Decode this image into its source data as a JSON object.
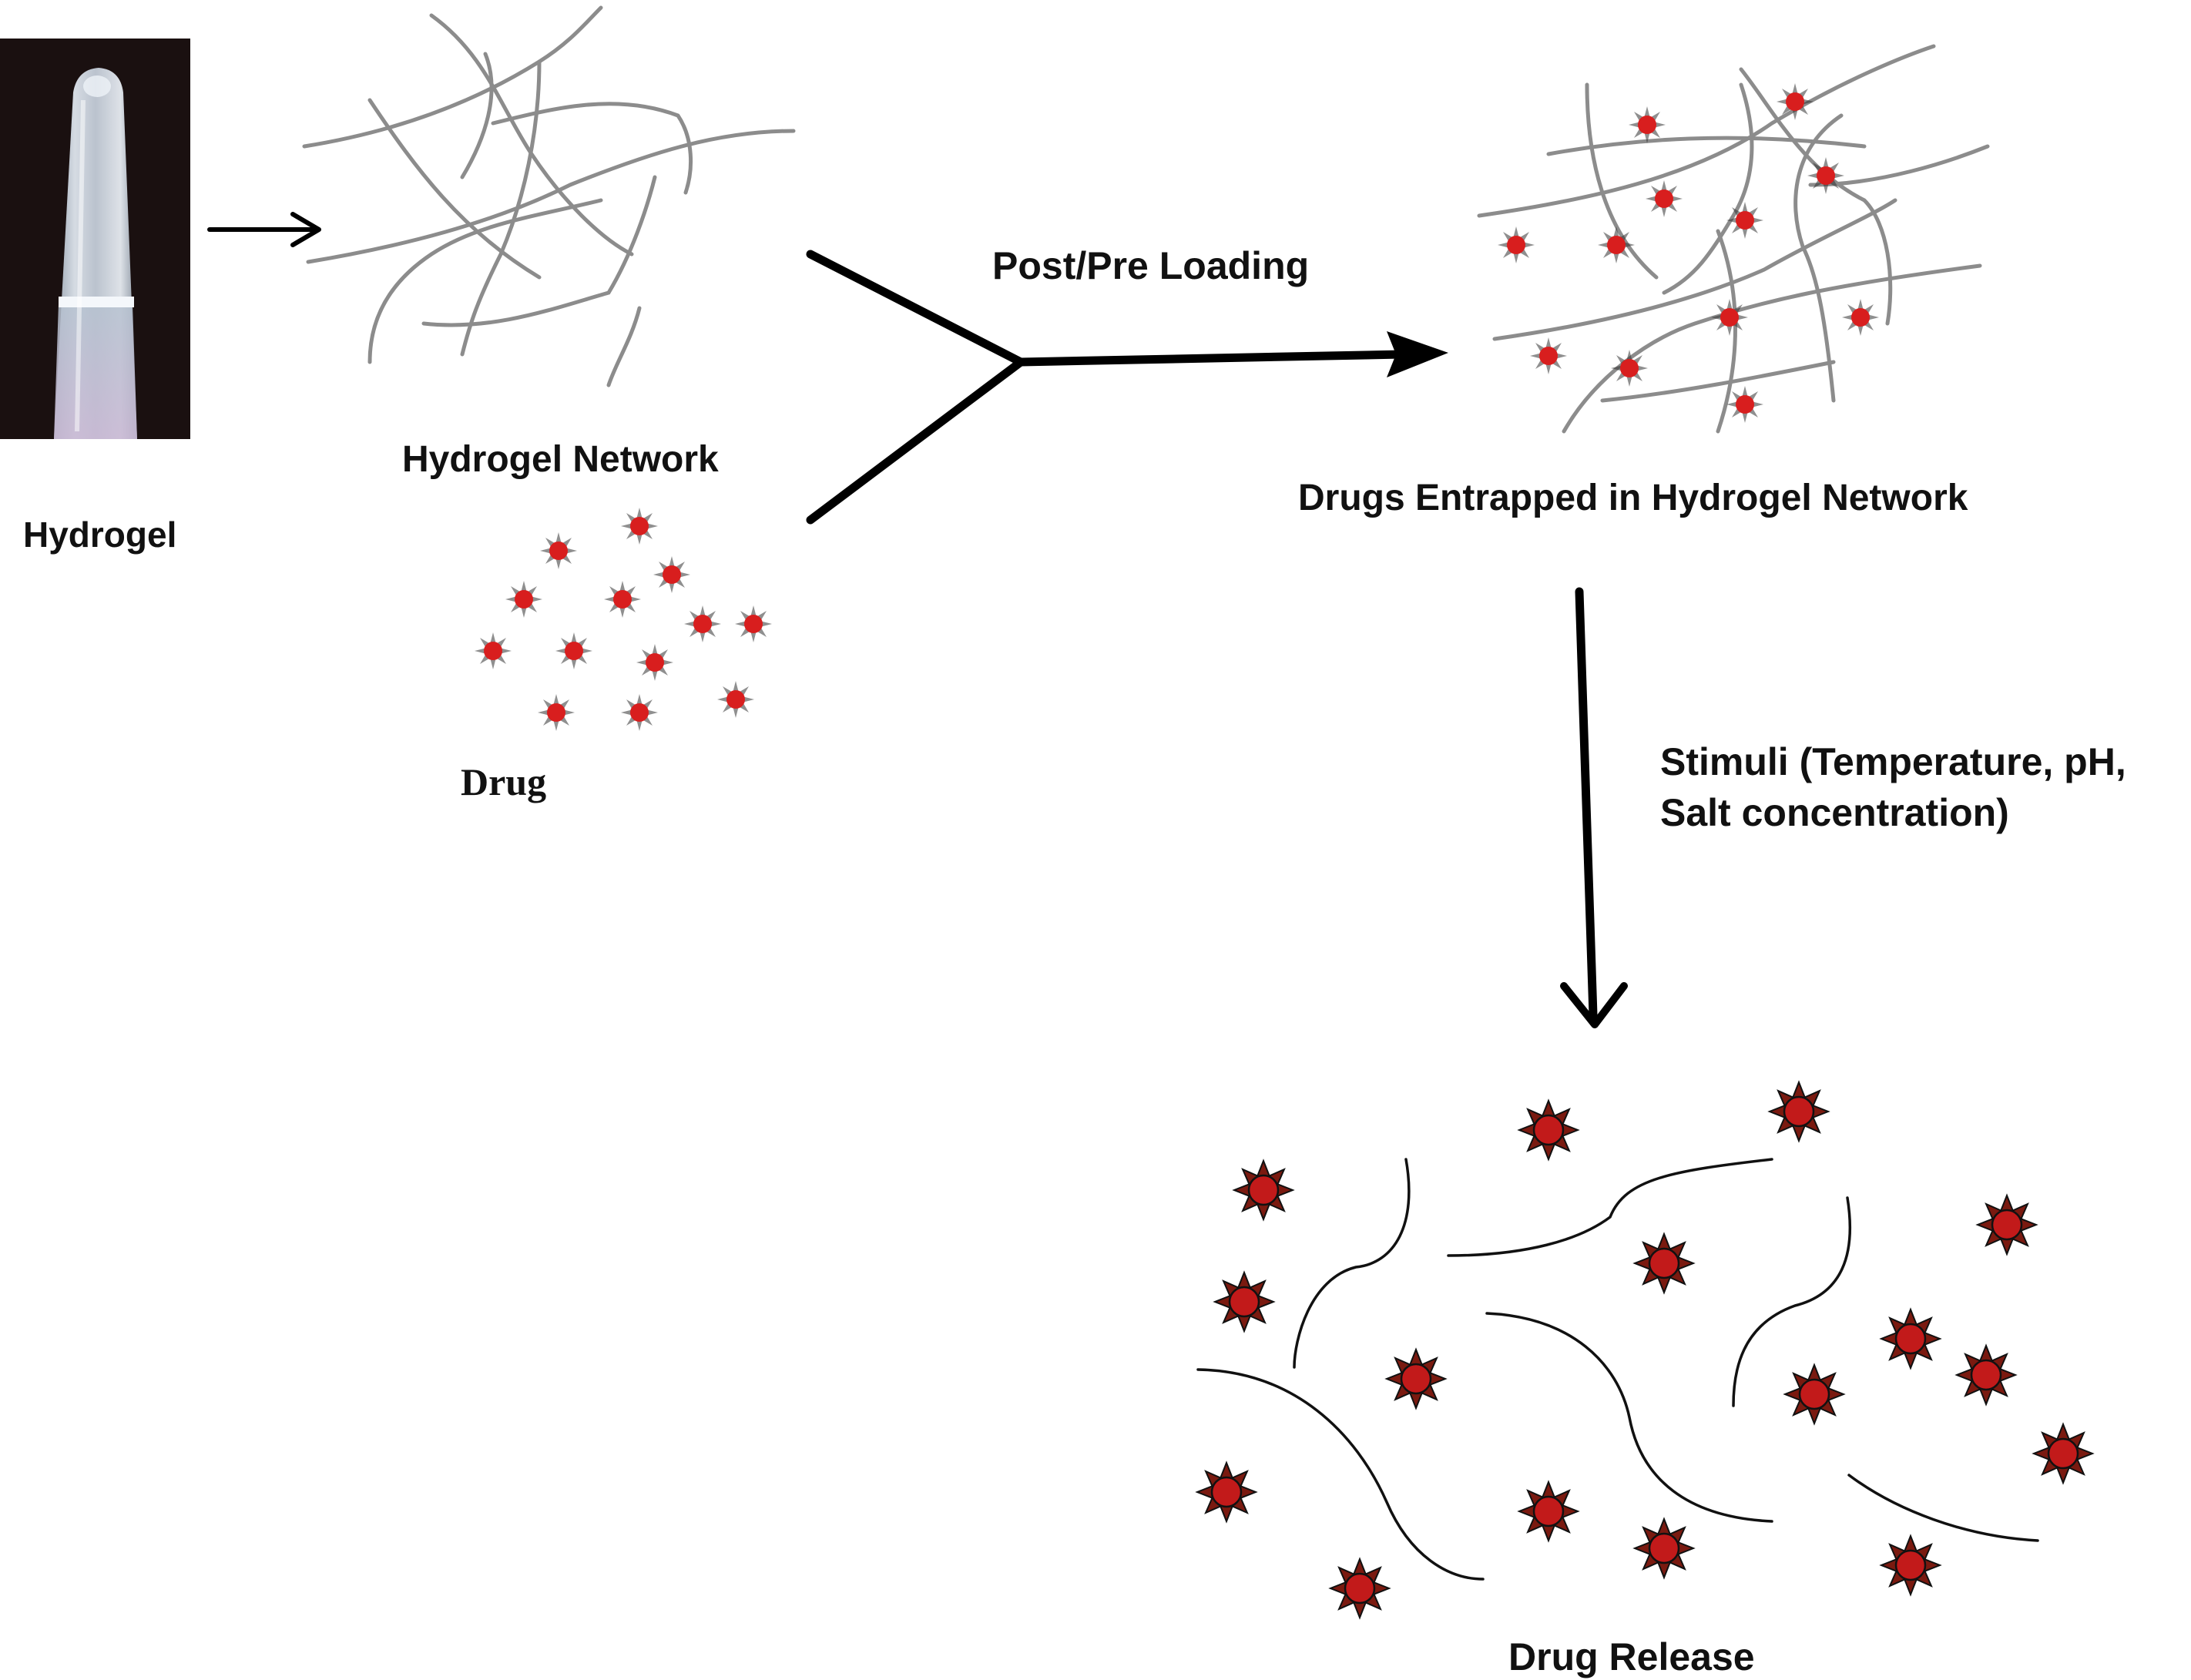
{
  "labels": {
    "hydrogel": "Hydrogel",
    "hydrogel_network": "Hydrogel Network",
    "drug": "Drug",
    "loading": "Post/Pre Loading",
    "entrapped": "Drugs Entrapped in Hydrogel Network",
    "stimuli_line1": "Stimuli (Temperature, pH,",
    "stimuli_line2": "Salt concentration)",
    "release": "Drug Release"
  },
  "colors": {
    "drug_fill": "#d81e1e",
    "drug_ray": "#333333",
    "release_fill": "#c21a1a",
    "release_ray": "#7a1a10",
    "fiber_gray": "#8c8c8c",
    "fiber_black": "#111111",
    "photo_background": "#1a1010"
  }
}
